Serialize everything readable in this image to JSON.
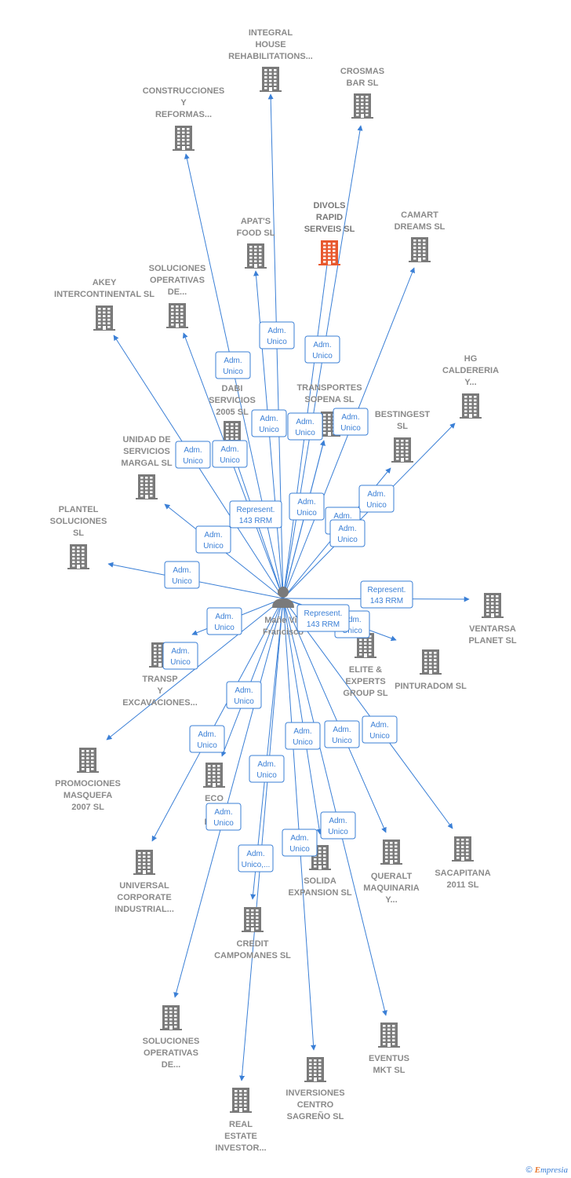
{
  "center": {
    "label": "Mañe Vic Francisco",
    "lines": [
      "Mañe Vic",
      "Francisco"
    ]
  },
  "companies": [
    {
      "id": "integral",
      "lines": [
        "INTEGRAL",
        "HOUSE",
        "REHABILITATIONS..."
      ]
    },
    {
      "id": "crosmas",
      "lines": [
        "CROSMAS",
        "BAR SL"
      ]
    },
    {
      "id": "construcciones",
      "lines": [
        "CONSTRUCCIONES",
        "Y",
        "REFORMAS..."
      ]
    },
    {
      "id": "apats",
      "lines": [
        "APAT'S",
        "FOOD SL"
      ]
    },
    {
      "id": "divols",
      "lines": [
        "DIVOLS",
        "RAPID",
        "SERVEIS SL"
      ],
      "highlight": true
    },
    {
      "id": "camart",
      "lines": [
        "CAMART",
        "DREAMS SL"
      ]
    },
    {
      "id": "akey",
      "lines": [
        "AKEY",
        "INTERCONTINENTAL SL"
      ]
    },
    {
      "id": "soluciones1",
      "lines": [
        "SOLUCIONES",
        "OPERATIVAS",
        "DE..."
      ]
    },
    {
      "id": "hg",
      "lines": [
        "HG",
        "CALDERERIA",
        "Y..."
      ]
    },
    {
      "id": "dabi",
      "lines": [
        "DABI",
        "SERVICIOS",
        "2005 SL"
      ]
    },
    {
      "id": "transportes_sopena",
      "lines": [
        "TRANSPORTES",
        "SOPENA SL"
      ]
    },
    {
      "id": "bestingest",
      "lines": [
        "BESTINGEST",
        "SL"
      ]
    },
    {
      "id": "unidad",
      "lines": [
        "UNIDAD DE",
        "SERVICIOS",
        "MARGAL SL"
      ]
    },
    {
      "id": "plantel",
      "lines": [
        "PLANTEL",
        "SOLUCIONES",
        "SL"
      ]
    },
    {
      "id": "ventarsa",
      "lines": [
        "VENTARSA",
        "PLANET SL"
      ]
    },
    {
      "id": "elite",
      "lines": [
        "ELITE &",
        "EXPERTS",
        "GROUP SL"
      ]
    },
    {
      "id": "pinturadom",
      "lines": [
        "PINTURADOM SL"
      ]
    },
    {
      "id": "transp_exc",
      "lines": [
        "TRANSP",
        "Y",
        "EXCAVACIONES..."
      ]
    },
    {
      "id": "promociones",
      "lines": [
        "PROMOCIONES",
        "MASQUEFA",
        "2007 SL"
      ]
    },
    {
      "id": "eco",
      "lines": [
        "ECO",
        "AL",
        "INICI"
      ]
    },
    {
      "id": "universal",
      "lines": [
        "UNIVERSAL",
        "CORPORATE",
        "INDUSTRIAL..."
      ]
    },
    {
      "id": "solida",
      "lines": [
        "SOLIDA",
        "EXPANSION SL"
      ]
    },
    {
      "id": "queralt",
      "lines": [
        "QUERALT",
        "MAQUINARIA",
        "Y..."
      ]
    },
    {
      "id": "sacapitana",
      "lines": [
        "SACAPITANA",
        "2011 SL"
      ]
    },
    {
      "id": "credit",
      "lines": [
        "CREDIT",
        "CAMPOMANES SL"
      ]
    },
    {
      "id": "soluciones2",
      "lines": [
        "SOLUCIONES",
        "OPERATIVAS",
        "DE..."
      ]
    },
    {
      "id": "eventus",
      "lines": [
        "EVENTUS",
        "MKT SL"
      ]
    },
    {
      "id": "inversiones",
      "lines": [
        "INVERSIONES",
        "CENTRO",
        "SAGREÑO SL"
      ]
    },
    {
      "id": "real_estate",
      "lines": [
        "REAL",
        "ESTATE",
        "INVESTOR..."
      ]
    }
  ],
  "edges": [
    {
      "to": "integral",
      "label": [
        "Adm.",
        "Unico"
      ]
    },
    {
      "to": "crosmas",
      "label": [
        "Adm.",
        "Unico"
      ]
    },
    {
      "to": "construcciones",
      "label": [
        "Adm.",
        "Unico"
      ]
    },
    {
      "to": "apats",
      "label": [
        "Adm.",
        "Unico"
      ]
    },
    {
      "to": "divols",
      "label": [
        "Adm.",
        "Unico"
      ]
    },
    {
      "to": "camart",
      "label": [
        "Adm.",
        "Unico"
      ]
    },
    {
      "to": "akey",
      "label": [
        "Adm.",
        "Unico"
      ]
    },
    {
      "to": "soluciones1",
      "label": [
        "Adm.",
        "Unico"
      ]
    },
    {
      "to": "hg",
      "label": [
        "Adm.",
        "Unico"
      ]
    },
    {
      "to": "dabi",
      "label": [
        "Adm.",
        "Unico"
      ]
    },
    {
      "to": "transportes_sopena",
      "label": [
        "Adm.",
        "Unico"
      ]
    },
    {
      "to": "bestingest",
      "label": [
        "Adm.",
        "Unico"
      ]
    },
    {
      "to": "unidad",
      "label": [
        "Adm.",
        "Unico"
      ]
    },
    {
      "to": "plantel",
      "label": [
        "Adm.",
        "Unico"
      ]
    },
    {
      "to": "ventarsa",
      "label": [
        "Represent.",
        "143 RRM"
      ]
    },
    {
      "to": "elite",
      "label": [
        "Adm.",
        "Unico"
      ]
    },
    {
      "to": "pinturadom",
      "label": [
        "Represent.",
        "143 RRM"
      ]
    },
    {
      "to": "transp_exc",
      "label": [
        "Adm.",
        "Unico"
      ]
    },
    {
      "to": "promociones",
      "label": [
        "Adm.",
        "Unico"
      ]
    },
    {
      "to": "eco",
      "label": [
        "Adm.",
        "Unico"
      ]
    },
    {
      "to": "universal",
      "label": [
        "Adm.",
        "Unico"
      ]
    },
    {
      "to": "solida",
      "label": [
        "Adm.",
        "Unico"
      ]
    },
    {
      "to": "queralt",
      "label": [
        "Adm.",
        "Unico"
      ]
    },
    {
      "to": "sacapitana",
      "label": [
        "Adm.",
        "Unico"
      ]
    },
    {
      "to": "credit",
      "label": [
        "Adm.",
        "Unico"
      ]
    },
    {
      "to": "soluciones2",
      "label": [
        "Adm.",
        "Unico"
      ]
    },
    {
      "to": "eventus",
      "label": [
        "Adm.",
        "Unico"
      ]
    },
    {
      "to": "inversiones",
      "label": [
        "Adm.",
        "Unico"
      ]
    },
    {
      "to": "real_estate",
      "label": [
        "Adm.",
        "Unico,..."
      ]
    },
    {
      "to": "transportes_sopena",
      "label": [
        "Represent.",
        "143 RRM"
      ]
    }
  ],
  "colors": {
    "edge": "#3a7fd6",
    "building": "#7a7a7a",
    "highlight": "#e8582e",
    "person": "#7a7a7a"
  },
  "footer": {
    "copyright": "©",
    "brand_e": "E",
    "brand_rest": "mpresia"
  }
}
